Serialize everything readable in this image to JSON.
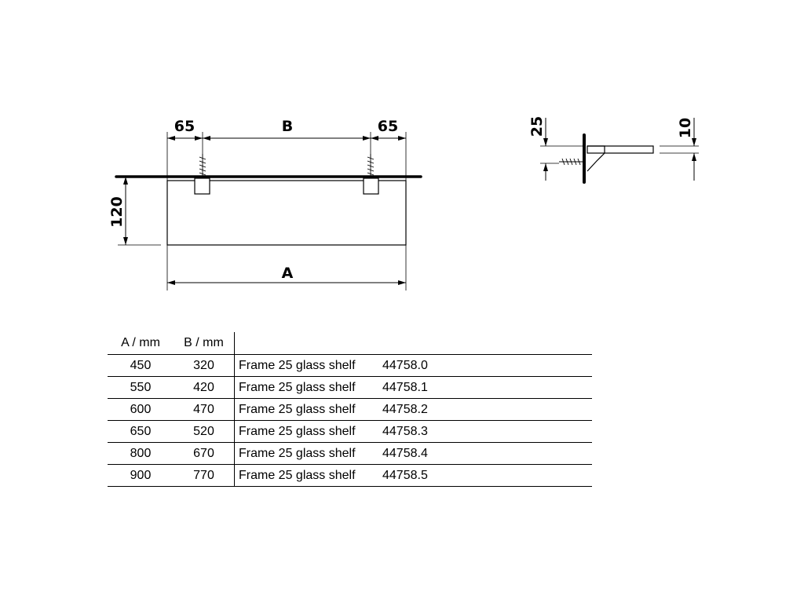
{
  "drawing": {
    "front": {
      "dim_left": "65",
      "dim_middle": "B",
      "dim_right": "65",
      "dim_height": "120",
      "dim_width": "A"
    },
    "side": {
      "dim_left": "25",
      "dim_right": "10"
    }
  },
  "table": {
    "headers": {
      "a": "A / mm",
      "b": "B / mm",
      "desc": ""
    },
    "rows": [
      {
        "a": "450",
        "b": "320",
        "desc": "Frame 25 glass shelf",
        "num": "44758.0"
      },
      {
        "a": "550",
        "b": "420",
        "desc": "Frame 25 glass shelf",
        "num": "44758.1"
      },
      {
        "a": "600",
        "b": "470",
        "desc": "Frame 25 glass shelf",
        "num": "44758.2"
      },
      {
        "a": "650",
        "b": "520",
        "desc": "Frame 25 glass shelf",
        "num": "44758.3"
      },
      {
        "a": "800",
        "b": "670",
        "desc": "Frame 25 glass shelf",
        "num": "44758.4"
      },
      {
        "a": "900",
        "b": "770",
        "desc": "Frame 25 glass shelf",
        "num": "44758.5"
      }
    ]
  }
}
